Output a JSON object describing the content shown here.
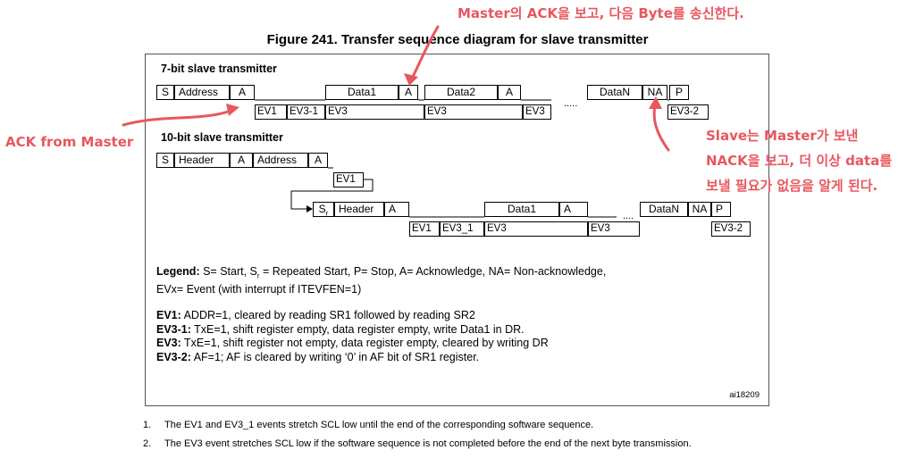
{
  "annotations": {
    "top": "Master의 ACK을 보고, 다음 Byte를 송신한다.",
    "left": "ACK from Master",
    "right_lines": [
      "Slave는 Master가 보낸",
      "NACK을 보고, 더 이상 data를",
      "보낼 필요가 없음을 알게 된다."
    ],
    "color": "#e8575f"
  },
  "figure": {
    "title": "Figure 241. Transfer sequence diagram for slave transmitter",
    "code": "ai18209"
  },
  "seq7": {
    "label": "7-bit slave transmitter",
    "frames": [
      "S",
      "Address",
      "A",
      "Data1",
      "A",
      "Data2",
      "A",
      "DataN",
      "NA",
      "P"
    ],
    "events": [
      "EV1",
      "EV3-1",
      "EV3",
      "EV3",
      "EV3",
      "EV3-2"
    ],
    "dots": "....."
  },
  "seq10": {
    "label": "10-bit slave transmitter",
    "frames1": [
      "S",
      "Header",
      "A",
      "Address",
      "A"
    ],
    "ev1": "EV1",
    "sr_base": "S",
    "sr_sub": "r",
    "frames2": [
      "Header",
      "A",
      "Data1",
      "A",
      "DataN",
      "NA",
      "P"
    ],
    "events": [
      "EV1",
      "EV3_1",
      "EV3",
      "EV3",
      "EV3-2"
    ],
    "dots": "...."
  },
  "legend": {
    "label": "Legend:",
    "line1_a": " S= Start, S",
    "line1_sub": "r",
    "line1_b": " = Repeated Start, P= Stop, A= Acknowledge, NA= Non-acknowledge,",
    "line2": "EVx= Event (with interrupt if ITEVFEN=1)"
  },
  "events_desc": [
    {
      "name": "EV1:",
      "text": " ADDR=1, cleared by reading SR1 followed by reading SR2"
    },
    {
      "name": "EV3-1:",
      "text": " TxE=1, shift register empty, data register empty, write Data1 in DR."
    },
    {
      "name": "EV3:",
      "text": " TxE=1, shift register not empty, data register empty, cleared by writing DR"
    },
    {
      "name": "EV3-2:",
      "text": " AF=1; AF is cleared by writing ‘0’ in AF bit of SR1 register."
    }
  ],
  "notes": [
    {
      "num": "1.",
      "text": "The EV1 and EV3_1 events stretch SCL low until the end of the corresponding software sequence."
    },
    {
      "num": "2.",
      "text": "The EV3 event stretches SCL low if the software sequence is not completed before the end of the next byte transmission."
    }
  ]
}
